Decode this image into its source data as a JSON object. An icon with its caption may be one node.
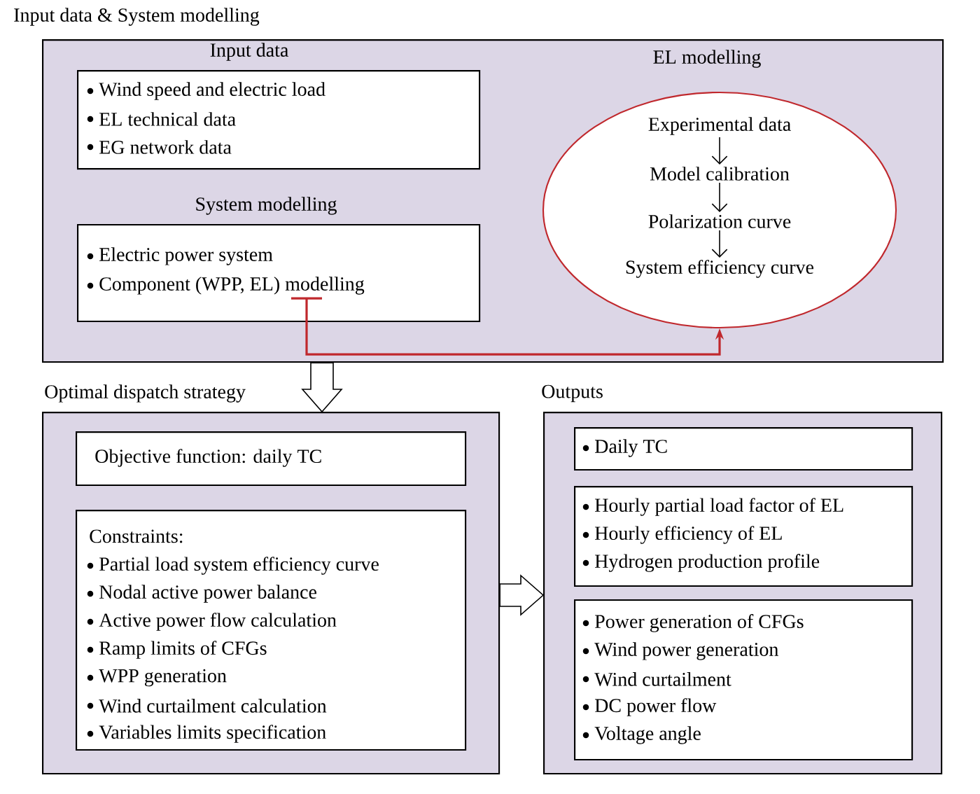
{
  "diagram": {
    "nodes": [
      {
        "text": [
          "Input data & System modelling"
        ]
      },
      {
        "text": [
          "Input data",
          "Wind speed and electric load",
          "EL technical data",
          "EG network data"
        ],
        "in": 0
      },
      {
        "text": [
          "System modelling",
          "Electric power system",
          "Component (WPP, EL) modelling"
        ],
        "in": 0
      },
      {
        "text": [
          "EL modelling"
        ],
        "in": 0
      },
      {
        "text": [
          "Experimental data"
        ],
        "in": 3
      },
      {
        "text": [
          "Model calibration"
        ],
        "in": 3
      },
      {
        "text": [
          "Polarization curve"
        ],
        "in": 3
      },
      {
        "text": [
          "System efficiency curve"
        ],
        "in": 3
      },
      {
        "text": [
          "Optimal dispatch strategy"
        ]
      },
      {
        "text": [
          "Objective function: daily TC"
        ],
        "in": 8
      },
      {
        "text": [
          "Constraints:",
          "Partial load system efficiency curve",
          "Nodal active power balance",
          "Active power flow calculation",
          "Ramp limits of CFGs",
          "WPP generation",
          "Wind curtailment calculation",
          "Variables limits specification"
        ],
        "in": 8
      },
      {
        "text": [
          "Outputs"
        ]
      },
      {
        "text": [
          "Daily TC"
        ],
        "in": 11
      },
      {
        "text": [
          "Hourly partial load factor of EL",
          "Hourly efficiency of EL",
          "Hydrogen production profile"
        ],
        "in": 11
      },
      {
        "text": [
          "Power generation of CFGs",
          "Wind power generation",
          "Wind curtailment",
          "DC power flow",
          "Voltage angle"
        ],
        "in": 11
      }
    ],
    "edges": [
      {
        "from": 4,
        "to": 5,
        "arrow": "to"
      },
      {
        "from": 5,
        "to": 6,
        "arrow": "to"
      },
      {
        "from": 6,
        "to": 7,
        "arrow": "to"
      },
      {
        "from": 2,
        "to": 3,
        "arrow": "to",
        "color": "#c0282d"
      },
      {
        "from": 0,
        "to": 8,
        "arrow": "to",
        "style": "thick"
      },
      {
        "from": 8,
        "to": 11,
        "arrow": "to",
        "style": "thick"
      }
    ]
  }
}
